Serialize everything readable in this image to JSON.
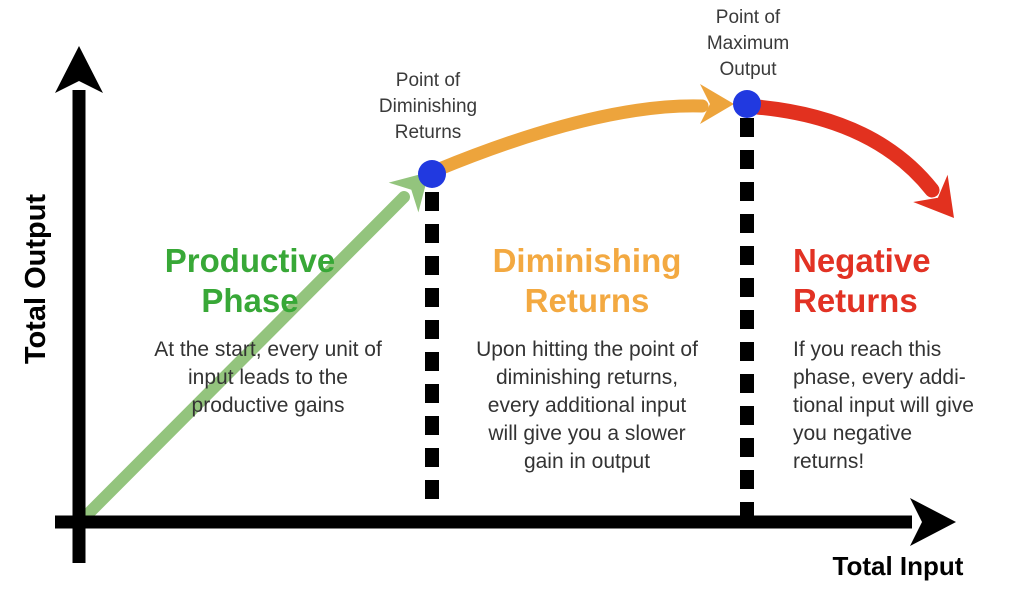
{
  "colors": {
    "background": "#ffffff",
    "axis": "#000000",
    "green_line": "#93c47d",
    "green_heading": "#38a837",
    "orange_line": "#eda43c",
    "orange_heading": "#f3a941",
    "red_line": "#e2311f",
    "red_heading": "#e23224",
    "blue_dot": "#2139e0",
    "body_text": "#333333",
    "point_label_text": "#3a3a3a"
  },
  "axes": {
    "y_label": "Total Output",
    "x_label": "Total Input"
  },
  "point_labels": {
    "diminishing": {
      "line1": "Point of",
      "line2": "Diminishing",
      "line3": "Returns"
    },
    "maximum": {
      "line1": "Point of",
      "line2": "Maximum",
      "line3": "Output"
    }
  },
  "phases": {
    "productive": {
      "heading_line1": "Productive",
      "heading_line2": "Phase",
      "body_line1": "At the start, every unit of",
      "body_line2": "input leads to the",
      "body_line3": "productive gains"
    },
    "diminishing": {
      "heading_line1": "Diminishing",
      "heading_line2": "Returns",
      "body_line1": "Upon hitting the point of",
      "body_line2": "diminishing returns,",
      "body_line3": "every additional input",
      "body_line4": "will give you a slower",
      "body_line5": "gain in output"
    },
    "negative": {
      "heading_line1": "Negative",
      "heading_line2": "Returns",
      "body_line1": "If you reach this",
      "body_line2": "phase, every addi-",
      "body_line3": "tional input will give",
      "body_line4": "you negative",
      "body_line5": "returns!"
    }
  }
}
